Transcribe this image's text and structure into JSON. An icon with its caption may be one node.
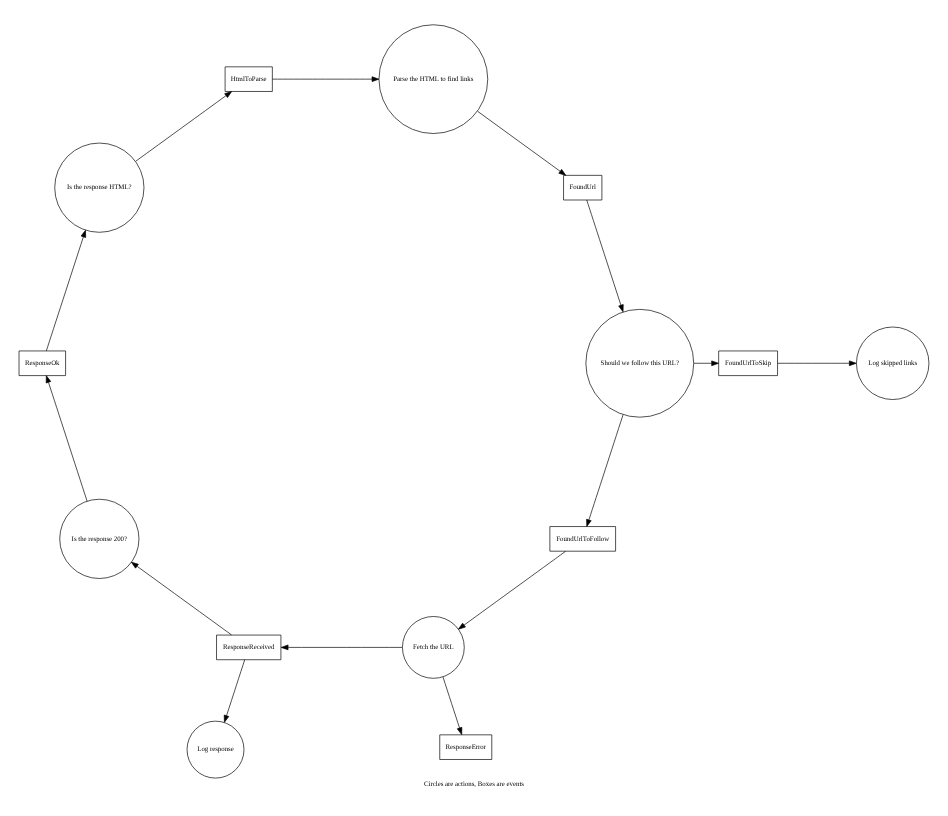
{
  "diagram": {
    "caption": "Circles are actions, Boxes are events",
    "nodes": [
      {
        "text": [
          "Fetch the URL"
        ]
      },
      {
        "text": [
          "ResponseReceived"
        ]
      },
      {
        "text": [
          "ResponseError"
        ]
      },
      {
        "text": [
          "Log response"
        ]
      },
      {
        "text": [
          "Is the response 200?"
        ]
      },
      {
        "text": [
          "ResponseOk"
        ]
      },
      {
        "text": [
          "Is the response HTML?"
        ]
      },
      {
        "text": [
          "HtmlToParse"
        ]
      },
      {
        "text": [
          "Parse the HTML to find links"
        ]
      },
      {
        "text": [
          "FoundUrl"
        ]
      },
      {
        "text": [
          "Should we follow this URL?"
        ]
      },
      {
        "text": [
          "FoundUrlToSkip"
        ]
      },
      {
        "text": [
          "Log skipped links"
        ]
      },
      {
        "text": [
          "FoundUrlToFollow"
        ]
      }
    ],
    "edges": [
      {
        "from": 0,
        "to": 1,
        "arrow": "to"
      },
      {
        "from": 0,
        "to": 2,
        "arrow": "to"
      },
      {
        "from": 1,
        "to": 3,
        "arrow": "to"
      },
      {
        "from": 1,
        "to": 4,
        "arrow": "to"
      },
      {
        "from": 4,
        "to": 5,
        "arrow": "to"
      },
      {
        "from": 5,
        "to": 6,
        "arrow": "to"
      },
      {
        "from": 6,
        "to": 7,
        "arrow": "to"
      },
      {
        "from": 7,
        "to": 8,
        "arrow": "to"
      },
      {
        "from": 8,
        "to": 9,
        "arrow": "to"
      },
      {
        "from": 9,
        "to": 10,
        "arrow": "to"
      },
      {
        "from": 10,
        "to": 11,
        "arrow": "to"
      },
      {
        "from": 11,
        "to": 12,
        "arrow": "to"
      },
      {
        "from": 10,
        "to": 13,
        "arrow": "to"
      },
      {
        "from": 13,
        "to": 0,
        "arrow": "to"
      }
    ]
  }
}
